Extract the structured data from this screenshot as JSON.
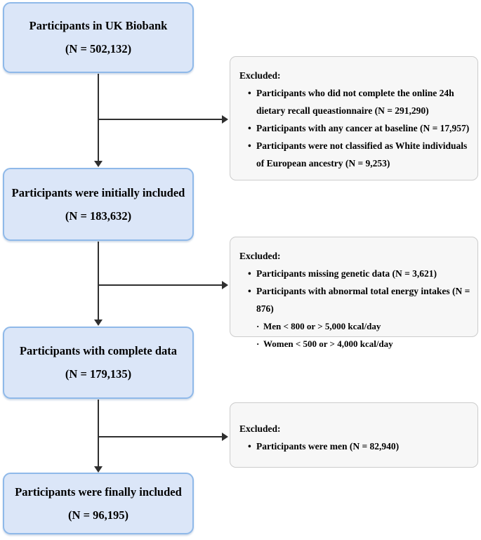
{
  "flow": {
    "boxes": [
      {
        "title": "Participants in UK Biobank",
        "n": "(N = 502,132)"
      },
      {
        "title": "Participants were initially included",
        "n": "(N = 183,632)"
      },
      {
        "title": "Participants with complete data",
        "n": "(N = 179,135)"
      },
      {
        "title": "Participants were finally included",
        "n": "(N = 96,195)"
      }
    ],
    "excluded": [
      {
        "label": "Excluded:",
        "items": [
          {
            "marker": "•",
            "text": "Participants who did not complete the online 24h dietary recall queastionnaire (N = 291,290)"
          },
          {
            "marker": "•",
            "text": "Participants with any cancer at baseline (N = 17,957)"
          },
          {
            "marker": "•",
            "text": "Participants were not classified as White individuals of European ancestry (N = 9,253)"
          }
        ]
      },
      {
        "label": "Excluded:",
        "items": [
          {
            "marker": "•",
            "text": "Participants missing genetic data (N = 3,621)"
          },
          {
            "marker": "•",
            "text": "Participants with abnormal total energy intakes (N = 876)"
          },
          {
            "marker": "·",
            "text": "Men < 800 or > 5,000 kcal/day"
          },
          {
            "marker": "·",
            "text": "Women < 500 or > 4,000 kcal/day"
          }
        ]
      },
      {
        "label": "Excluded:",
        "items": [
          {
            "marker": "•",
            "text": "Participants were men (N = 82,940)"
          }
        ]
      }
    ]
  },
  "colors": {
    "box_fill": "#dbe6f8",
    "box_border": "#8fb9e9",
    "excluded_fill": "#f7f7f7",
    "excluded_border": "#cccccc",
    "arrow": "#2f2f2f",
    "text": "#000000"
  }
}
